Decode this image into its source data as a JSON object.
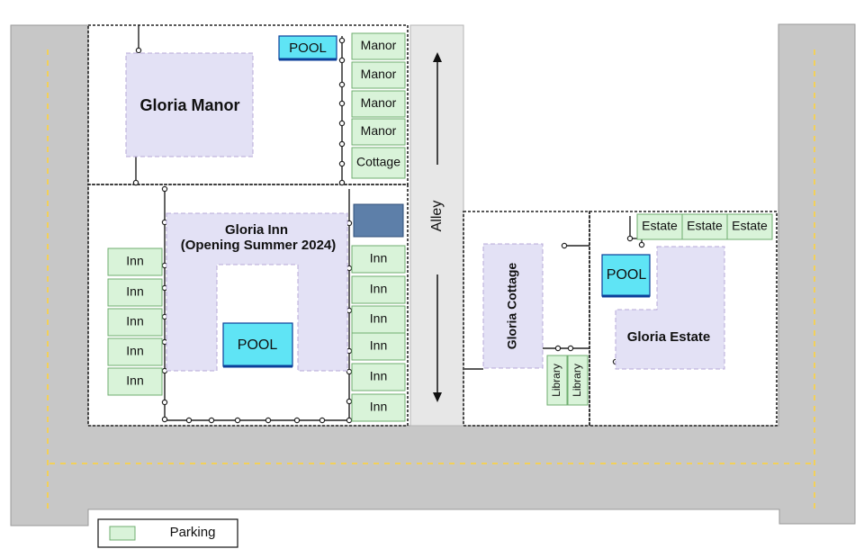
{
  "buildings": {
    "manor": "Gloria Manor",
    "inn_line1": "Gloria Inn",
    "inn_line2": "(Opening Summer 2024)",
    "cottage": "Gloria Cottage",
    "estate": "Gloria Estate"
  },
  "pools": {
    "manor": "POOL",
    "inn": "POOL",
    "estate": "POOL"
  },
  "alley": "Alley",
  "parking": {
    "manor_column": [
      "Manor",
      "Manor",
      "Manor",
      "Manor",
      "Cottage"
    ],
    "inn_left": [
      "Inn",
      "Inn",
      "Inn",
      "Inn",
      "Inn"
    ],
    "inn_right": [
      "Inn",
      "Inn",
      "Inn",
      "Inn",
      "Inn",
      "Inn"
    ],
    "estate_row": [
      "Estate",
      "Estate",
      "Estate"
    ],
    "library": [
      "Library",
      "Library"
    ]
  },
  "legend": {
    "parking_label": "Parking"
  },
  "colors": {
    "road": "#c7c7c7",
    "road_stripe": "#f2d05a",
    "building": "#e3e1f5",
    "building_border": "#b7a9d8",
    "parking": "#d9f3d9",
    "parking_border": "#6fae6f",
    "pool": "#5fe4f5",
    "pool_border": "#0b3f9a",
    "lot_block": "#5d7fa9"
  }
}
